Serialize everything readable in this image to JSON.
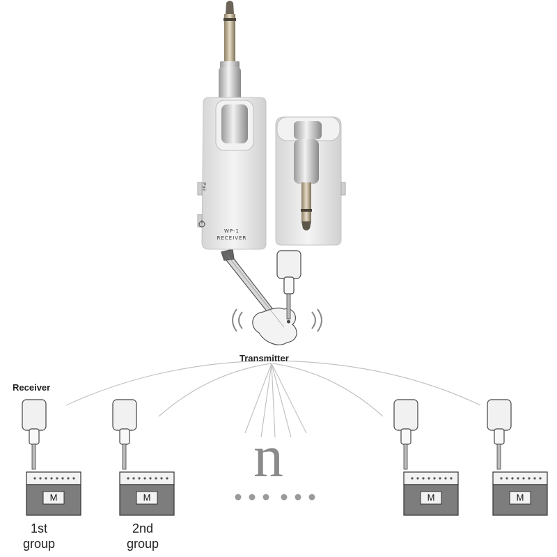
{
  "product": {
    "model": "WP-1",
    "device_label": "RECEIVER",
    "pair_label": "Pair"
  },
  "diagram": {
    "transmitter_label": "Transmitter",
    "receiver_label": "Receiver",
    "n_label": "n",
    "amp_letter": "M",
    "groups": [
      {
        "line1": "1st",
        "line2": "group"
      },
      {
        "line1": "2nd",
        "line2": "group"
      }
    ]
  },
  "colors": {
    "device_body": "#e9e9e9",
    "device_shadow": "#c9c9c9",
    "lines": "#bdbdbd",
    "amp_face": "#7d7d7d",
    "dots": "#9a9a9a"
  }
}
